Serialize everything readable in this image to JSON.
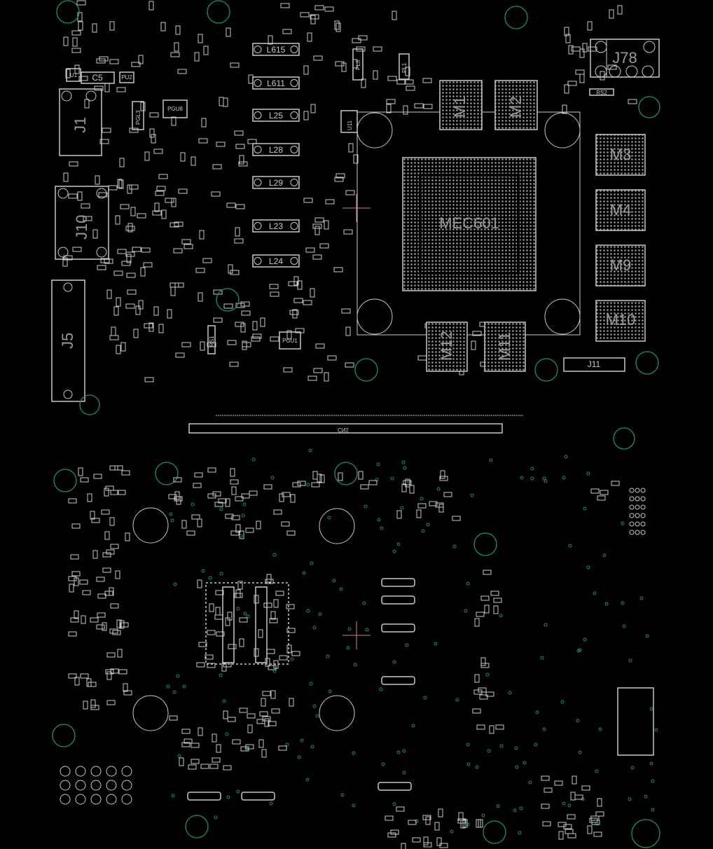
{
  "main_ic": {
    "label": "MEC601"
  },
  "memory": [
    {
      "label": "M1"
    },
    {
      "label": "M2"
    },
    {
      "label": "M3"
    },
    {
      "label": "M4"
    },
    {
      "label": "M9"
    },
    {
      "label": "M10"
    },
    {
      "label": "M12"
    },
    {
      "label": "M11"
    }
  ],
  "connectors": {
    "j1": "J1",
    "j10": "J10",
    "j5": "J5",
    "j11": "J11",
    "j78": "J78",
    "cn1": "CN1"
  },
  "inductors": [
    "L615",
    "L611",
    "L25",
    "L28",
    "L29",
    "L23",
    "L24"
  ],
  "small_parts": {
    "c5": "C5",
    "u1": "U1",
    "pgu8": "PGU8",
    "pgl3": "PGL3",
    "pl3": "PL3",
    "pl1": "PL1",
    "u11": "U11",
    "rs2": "RS2",
    "pu2": "PU2",
    "pgu": "PGU1",
    "rs1": "RS1"
  },
  "colors": {
    "outline": "#c8c8c8",
    "hole": "#1f8f6f",
    "cursor": "#d08090",
    "background": "#000000"
  }
}
